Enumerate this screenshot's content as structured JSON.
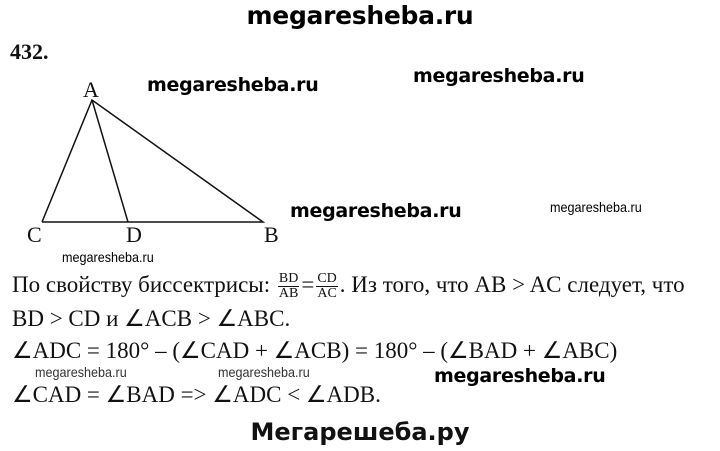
{
  "header": {
    "site": "megaresheba.ru"
  },
  "task_number": "432.",
  "figure": {
    "labels": {
      "A": "A",
      "B": "B",
      "C": "C",
      "D": "D"
    }
  },
  "watermarks": [
    "megaresheba.ru",
    "megaresheba.ru",
    "megaresheba.ru",
    "megaresheba.ru",
    "megaresheba.ru",
    "megaresheba.ru",
    "megaresheba.ru",
    "megaresheba.ru"
  ],
  "solution": {
    "line1_pre": "По свойству биссектрисы:",
    "frac1_num": "BD",
    "frac1_den": "AB",
    "eq": "=",
    "frac2_num": "CD",
    "frac2_den": "AC",
    "line1_post": ". Из того, что AB > AC следует, что",
    "line2": "BD > CD и ∠ACB > ∠ABC.",
    "line3": "∠ADC = 180° – (∠CAD + ∠ACB) = 180° – (∠BAD + ∠ABC)",
    "line4": "∠CAD = ∠BAD => ∠ADC < ∠ADB."
  },
  "footer": {
    "site": "Мегарешеба.ру"
  }
}
